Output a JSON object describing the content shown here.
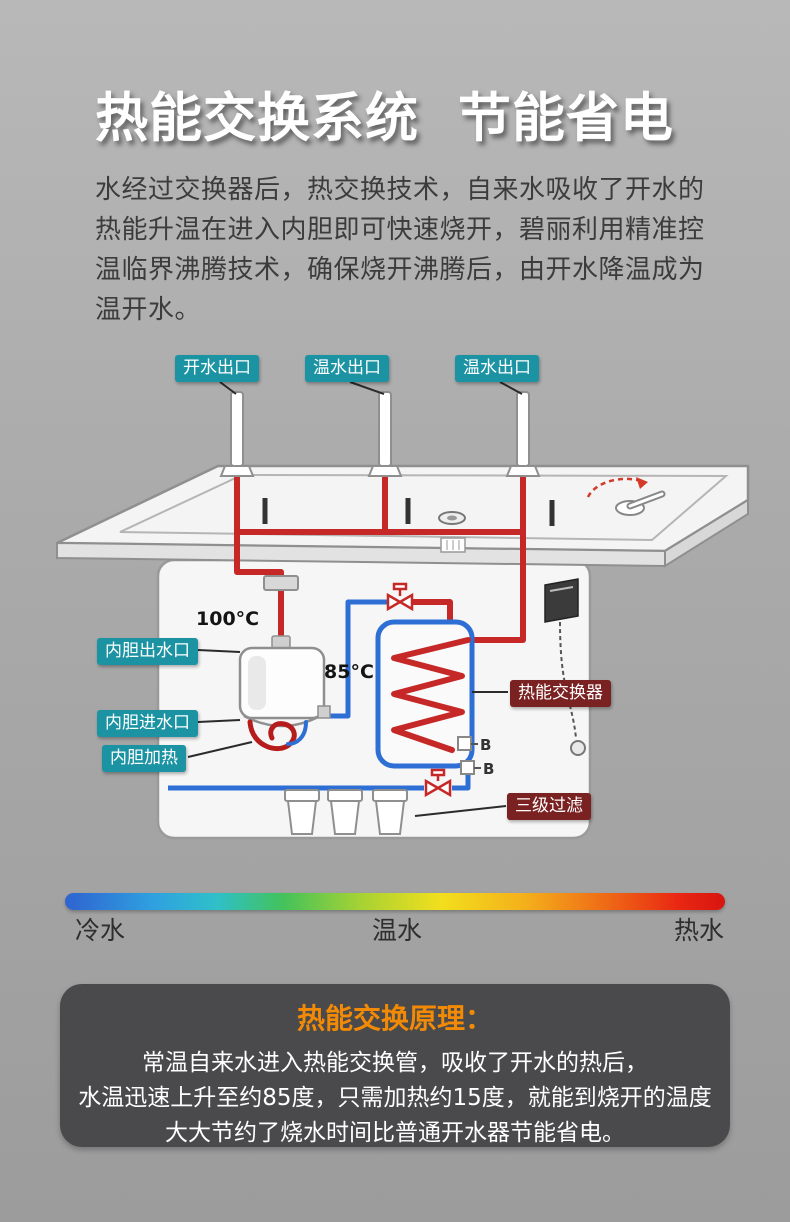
{
  "header": {
    "title": "热能交换系统  节能省电",
    "description_lines": [
      "水经过交换器后，热交换技术，自来水吸收了开水的",
      "热能升温在进入内胆即可快速烧开，碧丽利用精准控",
      "温临界沸腾技术，确保烧开沸腾后，由开水降温成为",
      "温开水。"
    ]
  },
  "diagram": {
    "outlet_labels": [
      {
        "label": "开水出口"
      },
      {
        "label": "温水出口"
      },
      {
        "label": "温水出口"
      }
    ],
    "temps": {
      "tank_out": "100°C",
      "preheated": "85°C"
    },
    "part_labels": {
      "tank_outlet": "内胆出水口",
      "tank_inlet": "内胆进水口",
      "tank_heater": "内胆加热",
      "heat_exchanger": "热能交换器",
      "filter": "三级过滤"
    },
    "b_marks": [
      "B",
      "B"
    ]
  },
  "temperature_scale": {
    "cold": "冷水",
    "warm": "温水",
    "hot": "热水"
  },
  "principle": {
    "title": "热能交换原理：",
    "lines": [
      "常温自来水进入热能交换管，吸收了开水的热后，",
      "水温迅速上升至约85度，只需加热约15度，就能到烧开的温度",
      "大大节约了烧水时间比普通开水器节能省电。"
    ]
  },
  "colors": {
    "teal_tag": "#1b93a3",
    "maroon_tag": "#7a2222",
    "hot_pipe": "#c62828",
    "cold_pipe": "#2e6fd6",
    "accent_orange": "#f28a05"
  }
}
